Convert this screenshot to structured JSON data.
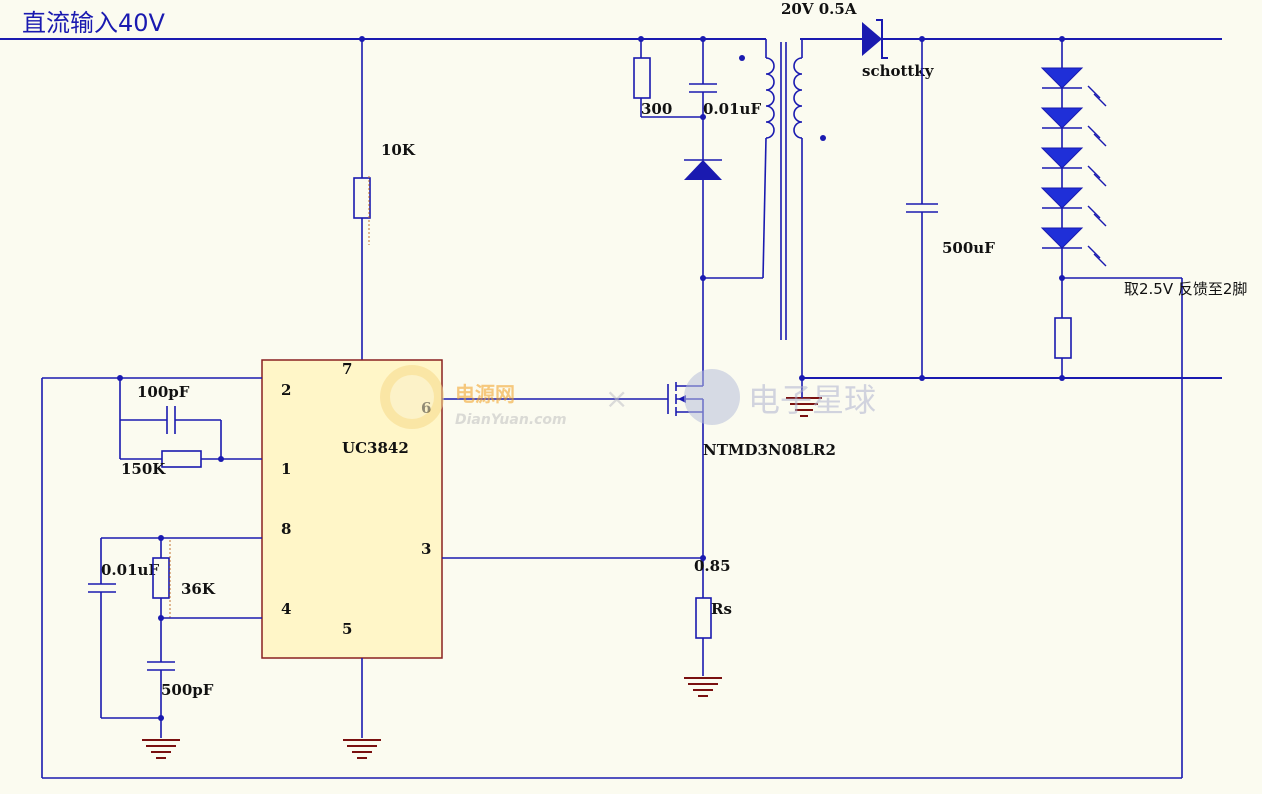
{
  "title": "直流输入40V",
  "ic": {
    "name": "UC3842",
    "pins": [
      "7",
      "2",
      "6",
      "1",
      "8",
      "3",
      "4",
      "5"
    ]
  },
  "components": {
    "r_start": "10K",
    "c_fb": "100pF",
    "r_fb": "150K",
    "c_vref": "0.01uF",
    "r_rt": "36K",
    "c_ct": "500pF",
    "r_snub": "300",
    "c_snub": "0.01uF",
    "transformer": "20V 0.5A",
    "diode": "schottky",
    "c_out": "500uF",
    "mosfet": "NTMD3N08LR2",
    "rs_value": "0.85",
    "rs_name": "Rs",
    "feedback_note": "取2.5V 反馈至2脚"
  },
  "watermark": {
    "brand1": "电源网",
    "url": "DianYuan.com",
    "cross": "×",
    "brand2": "电子星球"
  },
  "colors": {
    "wire": "#1a1ab0",
    "background": "#fbfbf0",
    "ic_fill": "#fff6c8",
    "ground": "#7a1010"
  }
}
